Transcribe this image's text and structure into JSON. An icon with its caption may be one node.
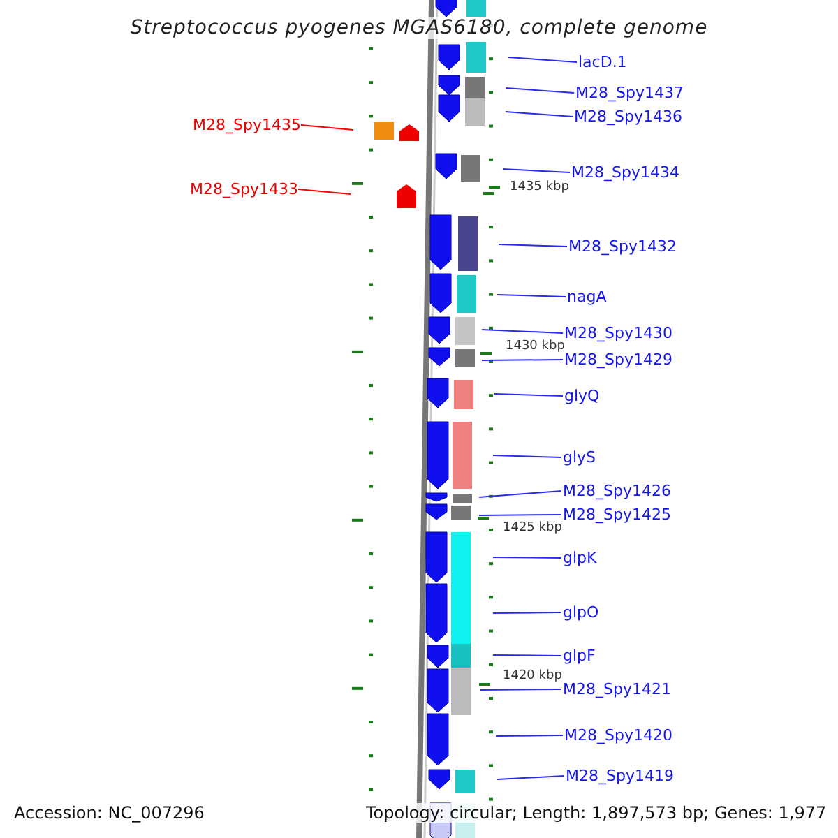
{
  "diagram": {
    "title": "Streptococcus pyogenes MGAS6180, complete genome",
    "nodes": [
      {
        "text": [
          "lacD.1"
        ]
      },
      {
        "text": [
          "M28_Spy1437"
        ]
      },
      {
        "text": [
          "M28_Spy1436"
        ]
      },
      {
        "text": [
          "M28_Spy1435"
        ]
      },
      {
        "text": [
          "M28_Spy1434"
        ]
      },
      {
        "text": [
          "M28_Spy1433"
        ]
      },
      {
        "text": [
          "M28_Spy1432"
        ]
      },
      {
        "text": [
          "nagA"
        ]
      },
      {
        "text": [
          "M28_Spy1430"
        ]
      },
      {
        "text": [
          "M28_Spy1429"
        ]
      },
      {
        "text": [
          "glyQ"
        ]
      },
      {
        "text": [
          "glyS"
        ]
      },
      {
        "text": [
          "M28_Spy1426"
        ]
      },
      {
        "text": [
          "M28_Spy1425"
        ]
      },
      {
        "text": [
          "glpK"
        ]
      },
      {
        "text": [
          "glpO"
        ]
      },
      {
        "text": [
          "glpF"
        ]
      },
      {
        "text": [
          "M28_Spy1421"
        ]
      },
      {
        "text": [
          "M28_Spy1420"
        ]
      },
      {
        "text": [
          "M28_Spy1419"
        ]
      }
    ],
    "edges": [
      {
        "from": 0,
        "to": null,
        "arrow": "none"
      },
      {
        "from": 1,
        "to": null,
        "arrow": "none"
      },
      {
        "from": 2,
        "to": null,
        "arrow": "none"
      },
      {
        "from": 3,
        "to": null,
        "arrow": "none",
        "color": "#ff0000"
      },
      {
        "from": 4,
        "to": null,
        "arrow": "none"
      },
      {
        "from": 5,
        "to": null,
        "arrow": "none",
        "color": "#ff0000"
      },
      {
        "from": 6,
        "to": null,
        "arrow": "none"
      },
      {
        "from": 7,
        "to": null,
        "arrow": "none"
      },
      {
        "from": 8,
        "to": null,
        "arrow": "none"
      },
      {
        "from": 9,
        "to": null,
        "arrow": "none"
      },
      {
        "from": 10,
        "to": null,
        "arrow": "none"
      },
      {
        "from": 11,
        "to": null,
        "arrow": "none"
      },
      {
        "from": 12,
        "to": null,
        "arrow": "none"
      },
      {
        "from": 13,
        "to": null,
        "arrow": "none"
      },
      {
        "from": 14,
        "to": null,
        "arrow": "none"
      },
      {
        "from": 15,
        "to": null,
        "arrow": "none"
      },
      {
        "from": 16,
        "to": null,
        "arrow": "none"
      },
      {
        "from": 17,
        "to": null,
        "arrow": "none"
      },
      {
        "from": 18,
        "to": null,
        "arrow": "none"
      },
      {
        "from": 19,
        "to": null,
        "arrow": "none"
      }
    ],
    "labels": [
      "1435 kbp",
      "1430 kbp",
      "1425 kbp",
      "1420 kbp",
      "Accession: NC_007296",
      "Topology: circular; Length: 1,897,573 bp; Genes: 1,977"
    ]
  }
}
